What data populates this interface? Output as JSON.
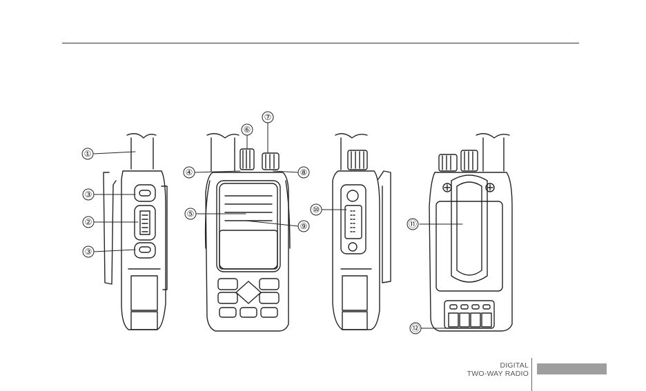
{
  "callouts": [
    {
      "id": "c1",
      "label": "①"
    },
    {
      "id": "c2",
      "label": "②"
    },
    {
      "id": "c3a",
      "label": "③"
    },
    {
      "id": "c3b",
      "label": "③"
    },
    {
      "id": "c4",
      "label": "④"
    },
    {
      "id": "c5",
      "label": "⑤"
    },
    {
      "id": "c6",
      "label": "⑥"
    },
    {
      "id": "c7",
      "label": "⑦"
    },
    {
      "id": "c8",
      "label": "⑧"
    },
    {
      "id": "c9",
      "label": "⑨"
    },
    {
      "id": "c10",
      "label": "⑩"
    },
    {
      "id": "c11",
      "label": "⑪"
    },
    {
      "id": "c12",
      "label": "⑫"
    }
  ],
  "footer": {
    "line1": "DIGITAL",
    "line2": "TWO-WAY RADIO"
  },
  "colors": {
    "line": "#222222",
    "footer_bar": "#9e9e9e"
  }
}
